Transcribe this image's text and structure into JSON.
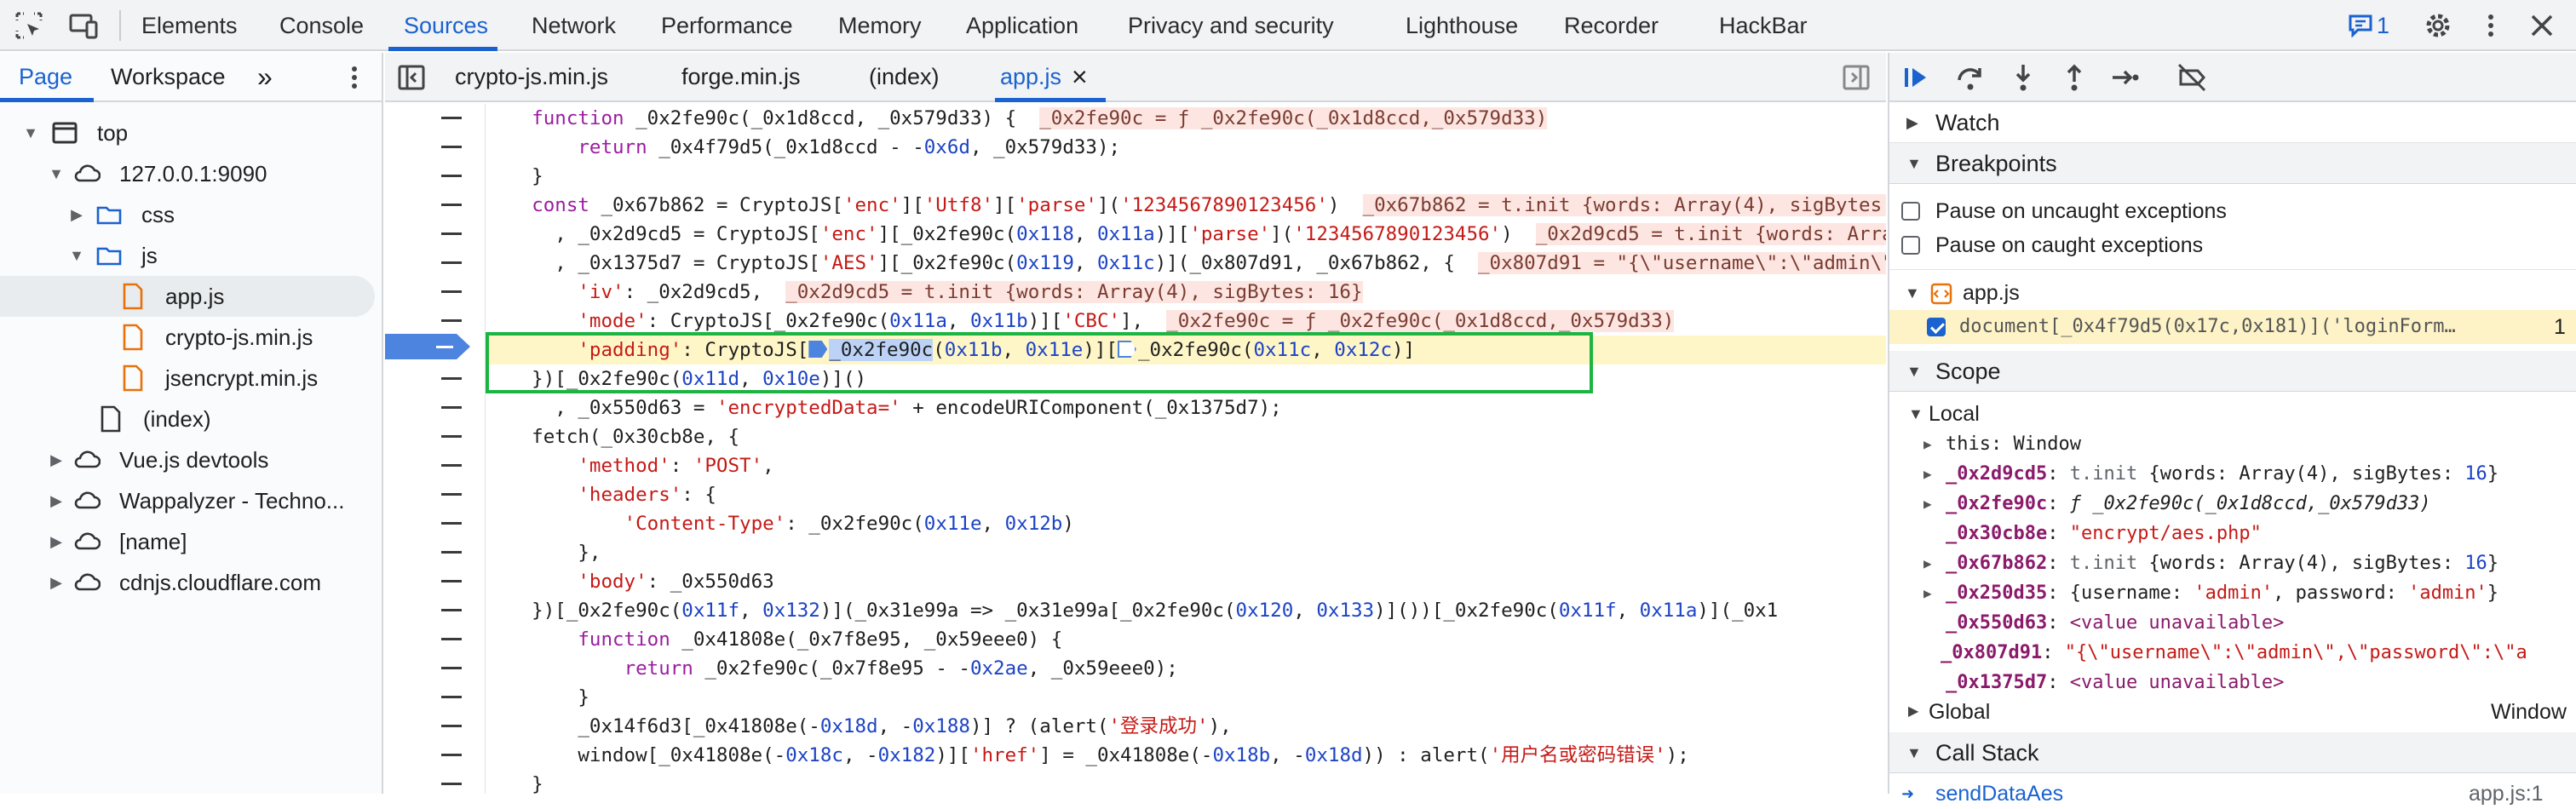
{
  "devtools": {
    "tabs": [
      "Elements",
      "Console",
      "Sources",
      "Network",
      "Performance",
      "Memory",
      "Application",
      "Privacy and security",
      "Lighthouse",
      "Recorder",
      "HackBar"
    ],
    "active_tab": "Sources",
    "issues_count": "1",
    "icons": [
      "inspect-element-icon",
      "device-toolbar-icon",
      "issues-icon",
      "settings-gear-icon",
      "more-vertical-icon",
      "close-icon"
    ]
  },
  "navigator": {
    "tabs": [
      "Page",
      "Workspace"
    ],
    "more": "»",
    "tree": [
      {
        "label": "top",
        "icon": "frame-icon",
        "arrow": "▼"
      },
      {
        "label": "127.0.0.1:9090",
        "icon": "cloud-icon",
        "arrow": "▼"
      },
      {
        "label": "css",
        "icon": "folder-icon",
        "arrow": "▶"
      },
      {
        "label": "js",
        "icon": "folder-icon",
        "arrow": "▼"
      },
      {
        "label": "app.js",
        "icon": "js-file-icon",
        "arrow": ""
      },
      {
        "label": "crypto-js.min.js",
        "icon": "js-file-icon",
        "arrow": ""
      },
      {
        "label": "jsencrypt.min.js",
        "icon": "js-file-icon",
        "arrow": ""
      },
      {
        "label": "(index)",
        "icon": "document-icon",
        "arrow": ""
      },
      {
        "label": "Vue.js devtools",
        "icon": "cloud-icon",
        "arrow": "▶"
      },
      {
        "label": "Wappalyzer - Techno...",
        "icon": "cloud-icon",
        "arrow": "▶"
      },
      {
        "label": "[name]",
        "icon": "cloud-icon",
        "arrow": "▶"
      },
      {
        "label": "cdnjs.cloudflare.com",
        "icon": "cloud-icon",
        "arrow": "▶"
      }
    ]
  },
  "editor": {
    "tabs": [
      "crypto-js.min.js",
      "forge.min.js",
      "(index)",
      "app.js"
    ],
    "active_tab": "app.js",
    "close_glyph": "×"
  },
  "debugger": {
    "sections": {
      "watch": "Watch",
      "breakpoints": "Breakpoints",
      "scope": "Scope",
      "call_stack": "Call Stack"
    },
    "pause_uncaught": "Pause on uncaught exceptions",
    "pause_caught": "Pause on caught exceptions",
    "bp_file": "app.js",
    "bp_code": "document[_0x4f79d5(0x17c,0x181)]('loginForm…",
    "bp_line": "1",
    "local_label": "Local",
    "global_label": "Global",
    "global_value": "Window",
    "callstack_partial": "sendDataAes",
    "callstack_file_partial": "app.js:1"
  }
}
